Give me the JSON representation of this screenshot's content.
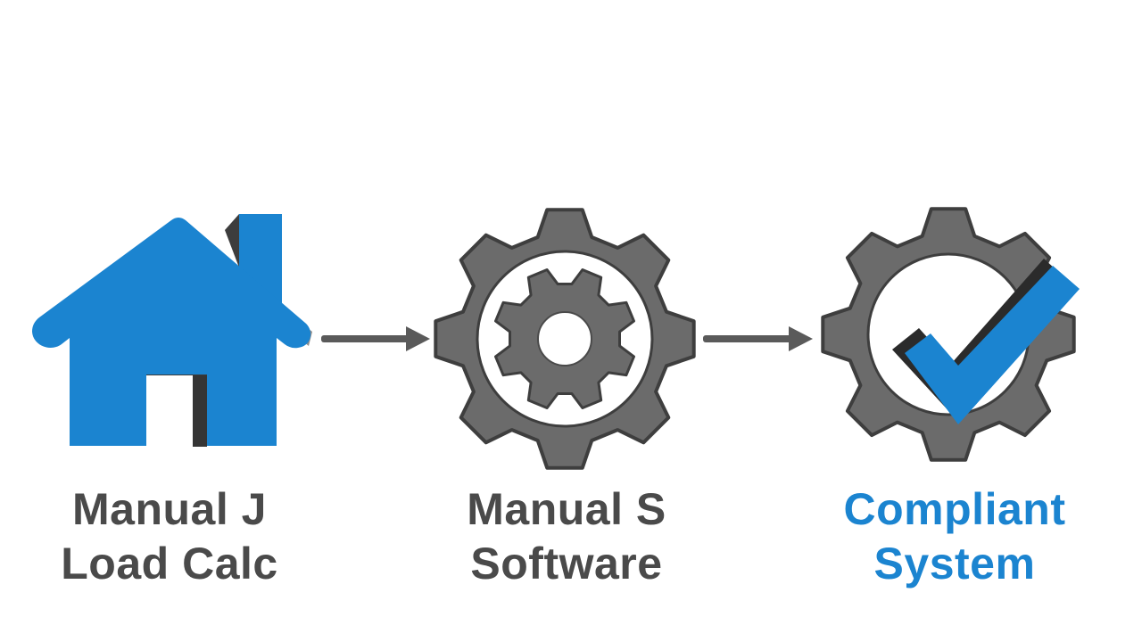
{
  "steps": [
    {
      "icon": "house-icon",
      "line1": "Manual J",
      "line2": "Load Calc"
    },
    {
      "icon": "gear-icon",
      "line1": "Manual S",
      "line2": "Software"
    },
    {
      "icon": "gear-check-icon",
      "line1": "Compliant",
      "line2": "System"
    }
  ],
  "colors": {
    "blue": "#1b84d0",
    "blue_dark": "#0f5e9c",
    "gray": "#6b6b6b",
    "gray_dark": "#3a3a3a",
    "label_gray": "#4a4a4a",
    "label_blue": "#1b84d0"
  }
}
